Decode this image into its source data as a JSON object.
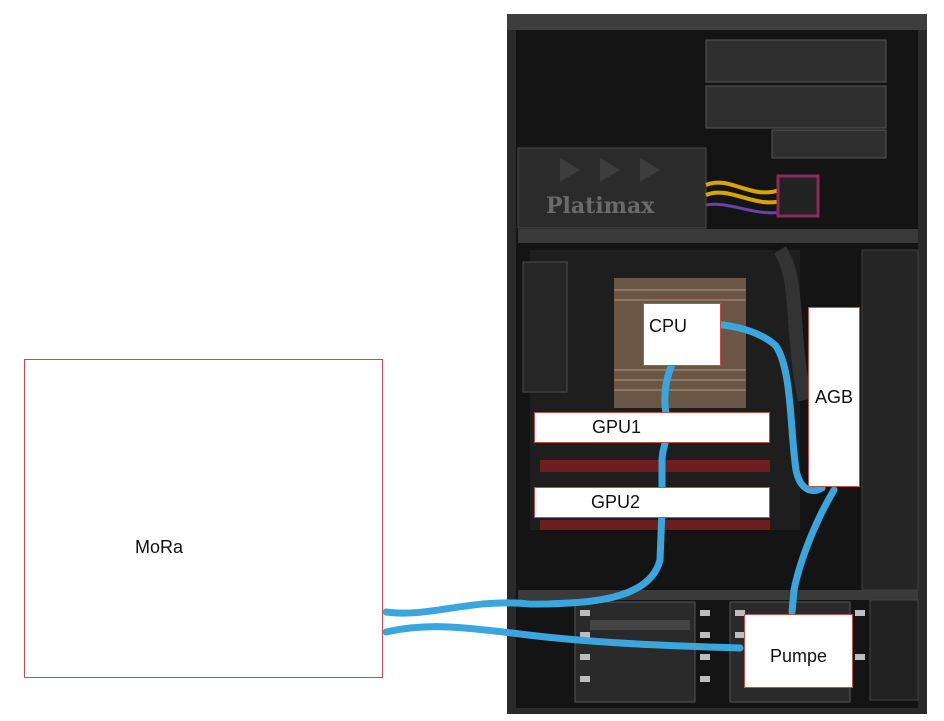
{
  "labels": {
    "mora": "MoRa",
    "cpu": "CPU",
    "gpu1": "GPU1",
    "gpu2": "GPU2",
    "agb": "AGB",
    "pumpe": "Pumpe"
  },
  "psu_brand": "Platimax",
  "colors": {
    "box_border": "#c0504d",
    "tube": "#3aa6dd",
    "case_dark": "#1a1a1a"
  }
}
